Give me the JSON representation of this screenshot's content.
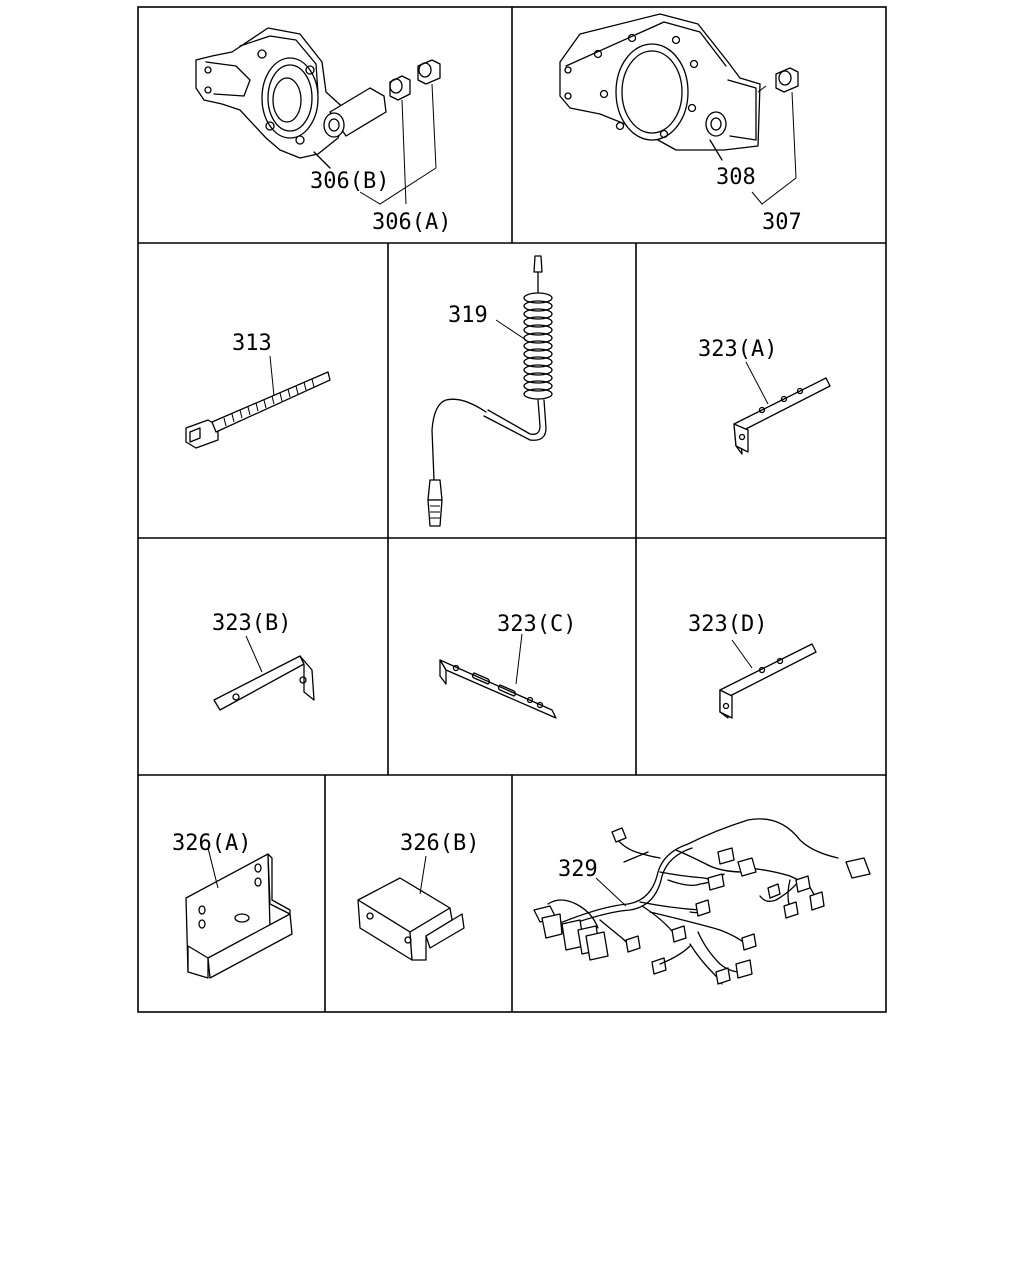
{
  "labels": {
    "p306b": "306(B)",
    "p306a": "306(A)",
    "p308": "308",
    "p307": "307",
    "p313": "313",
    "p319": "319",
    "p323a": "323(A)",
    "p323b": "323(B)",
    "p323c": "323(C)",
    "p323d": "323(D)",
    "p326a": "326(A)",
    "p326b": "326(B)",
    "p329": "329"
  }
}
